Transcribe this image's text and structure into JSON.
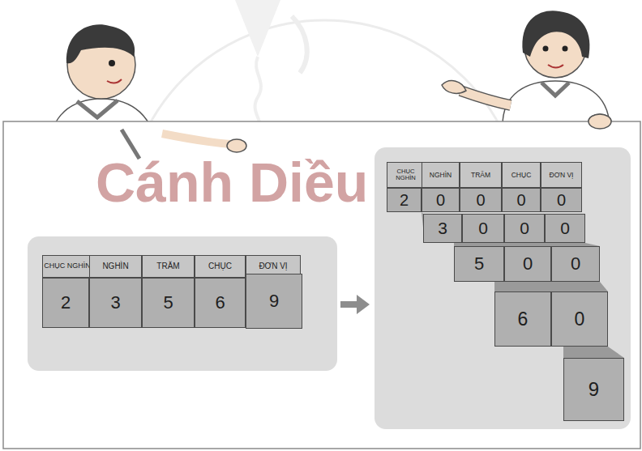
{
  "diagram": {
    "nodes": [
      {
        "text": [
          "CHỤC NGHÌN"
        ]
      },
      {
        "text": [
          "NGHÌN"
        ]
      },
      {
        "text": [
          "TRĂM"
        ]
      },
      {
        "text": [
          "CHỤC"
        ]
      },
      {
        "text": [
          "ĐƠN VỊ"
        ]
      },
      {
        "text": [
          "2"
        ]
      },
      {
        "text": [
          "3"
        ]
      },
      {
        "text": [
          "5"
        ]
      },
      {
        "text": [
          "6"
        ]
      },
      {
        "text": [
          "9"
        ]
      },
      {
        "text": [
          "CHỤC NGHÌN"
        ]
      },
      {
        "text": [
          "NGHÌN"
        ]
      },
      {
        "text": [
          "TRĂM"
        ]
      },
      {
        "text": [
          "CHỤC"
        ]
      },
      {
        "text": [
          "ĐƠN VỊ"
        ]
      },
      {
        "text": [
          "2"
        ]
      },
      {
        "text": [
          "0"
        ]
      },
      {
        "text": [
          "0"
        ]
      },
      {
        "text": [
          "0"
        ]
      },
      {
        "text": [
          "0"
        ]
      },
      {
        "text": [
          "3"
        ]
      },
      {
        "text": [
          "0"
        ]
      },
      {
        "text": [
          "0"
        ]
      },
      {
        "text": [
          "0"
        ]
      },
      {
        "text": [
          "5"
        ]
      },
      {
        "text": [
          "0"
        ]
      },
      {
        "text": [
          "0"
        ]
      },
      {
        "text": [
          "6"
        ]
      },
      {
        "text": [
          "0"
        ]
      },
      {
        "text": [
          "9"
        ]
      }
    ],
    "labels": [
      "Cánh Diều"
    ]
  }
}
